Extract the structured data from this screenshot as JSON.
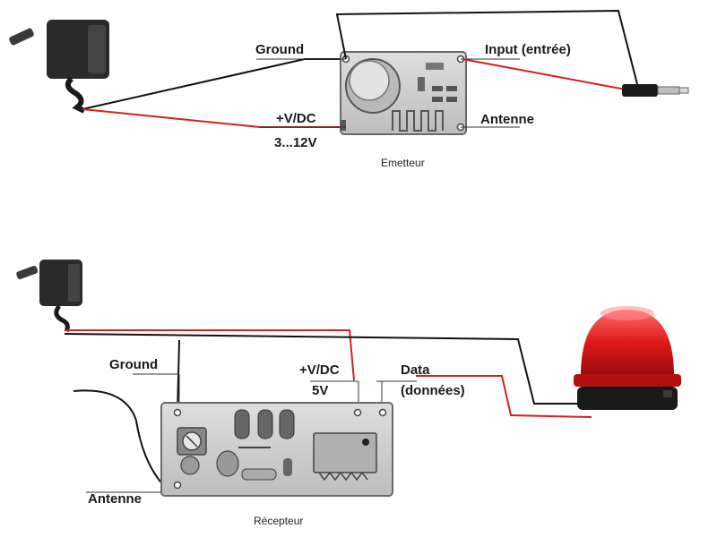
{
  "colors": {
    "wire_red": "#d42020",
    "wire_black": "#111111",
    "board": "#cfcfcf",
    "board_edge": "#6a6a6a",
    "adapter": "#2a2a2a",
    "beacon_dome": "#e01818",
    "beacon_base": "#1a1a1a"
  },
  "transmitter": {
    "caption": "Emetteur",
    "ground_label": "Ground",
    "power_label": "+V/DC",
    "voltage_label": "3...12V",
    "input_label": "Input (entrée)",
    "antenna_label": "Antenne"
  },
  "receiver": {
    "caption": "Récepteur",
    "ground_label": "Ground",
    "power_label": "+V/DC",
    "voltage_label": "5V",
    "data_label": "Data",
    "data_label_fr": "(données)",
    "antenna_label": "Antenne"
  },
  "icons": [
    "power-adapter-icon",
    "audio-jack-icon",
    "beacon-light-icon"
  ]
}
